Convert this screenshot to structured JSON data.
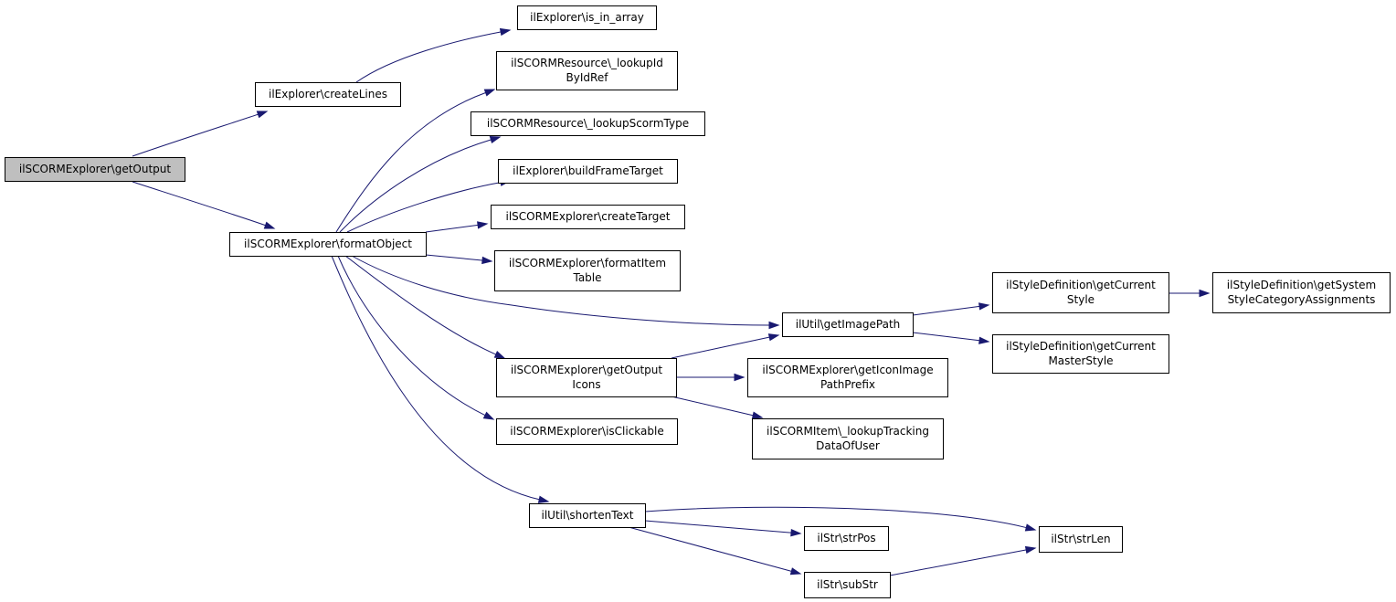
{
  "diagram": {
    "type": "call-graph",
    "colors": {
      "edge": "#191970",
      "root_fill": "#bfbfbf",
      "node_fill": "#ffffff",
      "border": "#000000"
    },
    "nodes": [
      {
        "id": "getOutput",
        "label": [
          "ilSCORMExplorer\\getOutput"
        ],
        "root": true
      },
      {
        "id": "createLines",
        "label": [
          "ilExplorer\\createLines"
        ]
      },
      {
        "id": "formatObject",
        "label": [
          "ilSCORMExplorer\\formatObject"
        ]
      },
      {
        "id": "is_in_array",
        "label": [
          "ilExplorer\\is_in_array"
        ]
      },
      {
        "id": "lookupIdByIdRef",
        "label": [
          "ilSCORMResource\\_lookupId",
          "ByIdRef"
        ]
      },
      {
        "id": "lookupScormType",
        "label": [
          "ilSCORMResource\\_lookupScormType"
        ]
      },
      {
        "id": "buildFrameTarget",
        "label": [
          "ilExplorer\\buildFrameTarget"
        ]
      },
      {
        "id": "createTarget",
        "label": [
          "ilSCORMExplorer\\createTarget"
        ]
      },
      {
        "id": "formatItemTable",
        "label": [
          "ilSCORMExplorer\\formatItem",
          "Table"
        ]
      },
      {
        "id": "getImagePath",
        "label": [
          "ilUtil\\getImagePath"
        ]
      },
      {
        "id": "getOutputIcons",
        "label": [
          "ilSCORMExplorer\\getOutput",
          "Icons"
        ]
      },
      {
        "id": "isClickable",
        "label": [
          "ilSCORMExplorer\\isClickable"
        ]
      },
      {
        "id": "shortenText",
        "label": [
          "ilUtil\\shortenText"
        ]
      },
      {
        "id": "getCurrentStyle",
        "label": [
          "ilStyleDefinition\\getCurrent",
          "Style"
        ]
      },
      {
        "id": "getCurrentMasterStyle",
        "label": [
          "ilStyleDefinition\\getCurrent",
          "MasterStyle"
        ]
      },
      {
        "id": "getSystemStyleCategoryAssignments",
        "label": [
          "ilStyleDefinition\\getSystem",
          "StyleCategoryAssignments"
        ]
      },
      {
        "id": "getIconImagePathPrefix",
        "label": [
          "ilSCORMExplorer\\getIconImage",
          "PathPrefix"
        ]
      },
      {
        "id": "lookupTrackingDataOfUser",
        "label": [
          "ilSCORMItem\\_lookupTracking",
          "DataOfUser"
        ]
      },
      {
        "id": "strPos",
        "label": [
          "ilStr\\strPos"
        ]
      },
      {
        "id": "subStr",
        "label": [
          "ilStr\\subStr"
        ]
      },
      {
        "id": "strLen",
        "label": [
          "ilStr\\strLen"
        ]
      }
    ],
    "edges": [
      {
        "from": "getOutput",
        "to": "createLines"
      },
      {
        "from": "getOutput",
        "to": "formatObject"
      },
      {
        "from": "createLines",
        "to": "is_in_array"
      },
      {
        "from": "formatObject",
        "to": "lookupIdByIdRef"
      },
      {
        "from": "formatObject",
        "to": "lookupScormType"
      },
      {
        "from": "formatObject",
        "to": "buildFrameTarget"
      },
      {
        "from": "formatObject",
        "to": "createTarget"
      },
      {
        "from": "formatObject",
        "to": "formatItemTable"
      },
      {
        "from": "formatObject",
        "to": "getImagePath"
      },
      {
        "from": "formatObject",
        "to": "getOutputIcons"
      },
      {
        "from": "formatObject",
        "to": "isClickable"
      },
      {
        "from": "formatObject",
        "to": "shortenText"
      },
      {
        "from": "getImagePath",
        "to": "getCurrentStyle"
      },
      {
        "from": "getImagePath",
        "to": "getCurrentMasterStyle"
      },
      {
        "from": "getCurrentStyle",
        "to": "getSystemStyleCategoryAssignments"
      },
      {
        "from": "getOutputIcons",
        "to": "getImagePath"
      },
      {
        "from": "getOutputIcons",
        "to": "getIconImagePathPrefix"
      },
      {
        "from": "getOutputIcons",
        "to": "lookupTrackingDataOfUser"
      },
      {
        "from": "shortenText",
        "to": "strLen"
      },
      {
        "from": "shortenText",
        "to": "strPos"
      },
      {
        "from": "shortenText",
        "to": "subStr"
      },
      {
        "from": "subStr",
        "to": "strLen"
      }
    ]
  }
}
